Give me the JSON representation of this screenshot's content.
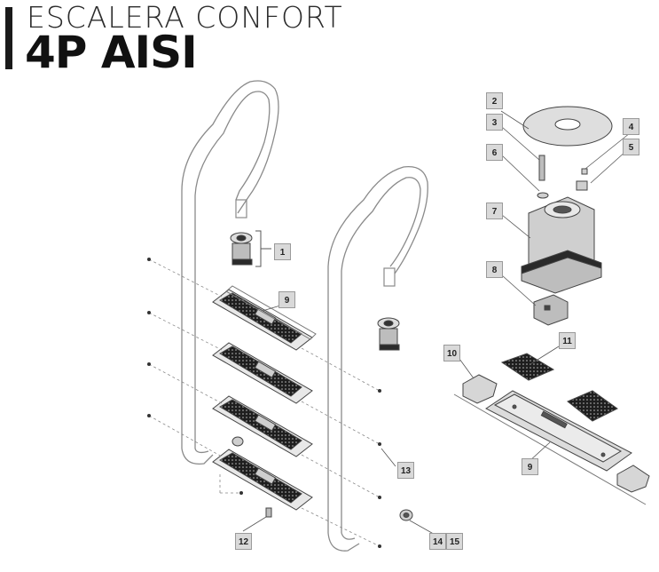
{
  "header": {
    "title_line1": "ESCALERA CONFORT",
    "title_line2": "4P AISI"
  },
  "colors": {
    "line": "#7a7a7a",
    "dark": "#1e1e1e",
    "label_bg": "#d9d9d9"
  },
  "callouts": [
    {
      "id": "c1",
      "text": "1"
    },
    {
      "id": "c2",
      "text": "2"
    },
    {
      "id": "c3",
      "text": "3"
    },
    {
      "id": "c4",
      "text": "4"
    },
    {
      "id": "c5",
      "text": "5"
    },
    {
      "id": "c6",
      "text": "6"
    },
    {
      "id": "c7",
      "text": "7"
    },
    {
      "id": "c8",
      "text": "8"
    },
    {
      "id": "c9a",
      "text": "9"
    },
    {
      "id": "c9b",
      "text": "9"
    },
    {
      "id": "c10",
      "text": "10"
    },
    {
      "id": "c11",
      "text": "11"
    },
    {
      "id": "c12",
      "text": "12"
    },
    {
      "id": "c13",
      "text": "13"
    },
    {
      "id": "c14",
      "text": "14"
    },
    {
      "id": "c15",
      "text": "15"
    }
  ]
}
